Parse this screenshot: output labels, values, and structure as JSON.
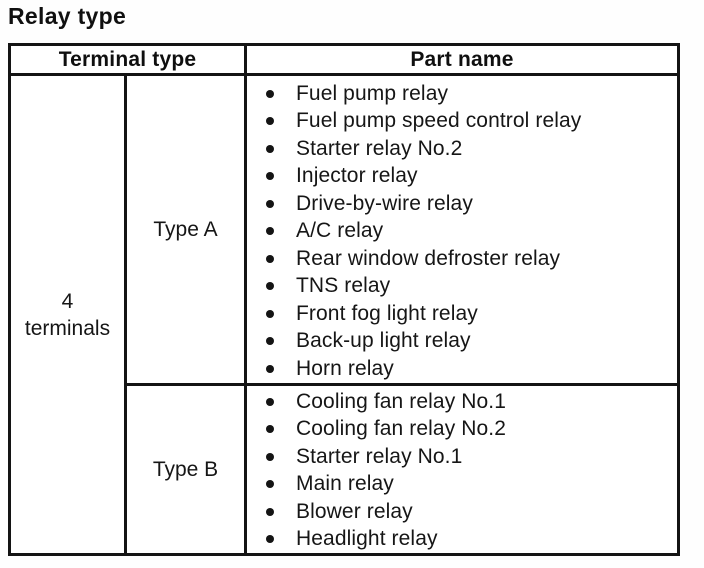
{
  "page": {
    "title": "Relay type"
  },
  "colors": {
    "ink": "#141414",
    "paper": "#ffffff"
  },
  "table": {
    "headers": {
      "terminal_type": "Terminal type",
      "part_name": "Part name"
    },
    "terminal_group_label": "4\nterminals",
    "rows": [
      {
        "type_label": "Type A",
        "parts": [
          "Fuel pump relay",
          "Fuel pump speed control relay",
          "Starter relay No.2",
          "Injector relay",
          "Drive-by-wire relay",
          "A/C relay",
          "Rear window defroster relay",
          "TNS relay",
          "Front fog light relay",
          "Back-up light relay",
          "Horn relay"
        ]
      },
      {
        "type_label": "Type B",
        "parts": [
          "Cooling fan relay No.1",
          "Cooling fan relay No.2",
          "Starter relay No.1",
          "Main relay",
          "Blower relay",
          "Headlight relay"
        ]
      }
    ]
  }
}
